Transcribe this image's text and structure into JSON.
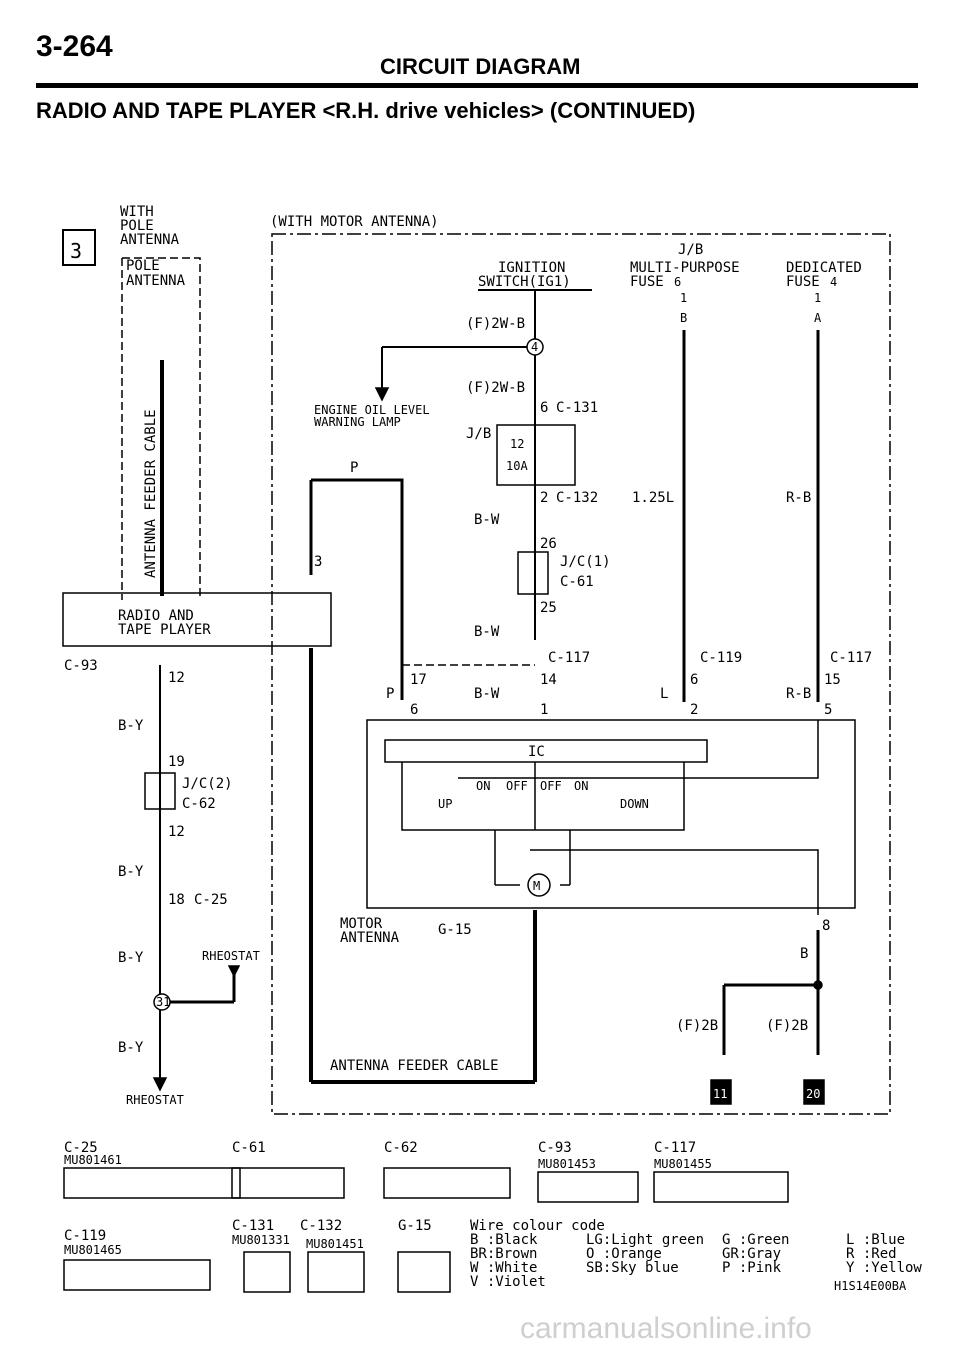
{
  "header": {
    "page_number": "3-264",
    "title": "CIRCUIT DIAGRAM",
    "section": "RADIO AND TAPE PLAYER <R.H. drive vehicles> (CONTINUED)"
  },
  "left_block": {
    "variant_number": "3",
    "with_pole_1": "WITH",
    "with_pole_2": "POLE",
    "with_pole_3": "ANTENNA",
    "pole_antenna_1": "POLE",
    "pole_antenna_2": "ANTENNA",
    "feeder_cable": "ANTENNA FEEDER CABLE",
    "radio_1": "RADIO AND",
    "radio_2": "TAPE PLAYER",
    "conn_c93": "C-93",
    "pin_12a": "12",
    "wire_by_1": "B-Y",
    "pin_19": "19",
    "jc2": "J/C(2)",
    "conn_c62": "C-62",
    "pin_12b": "12",
    "wire_by_2": "B-Y",
    "pin_18": "18",
    "conn_c25": "C-25",
    "wire_by_3": "B-Y",
    "rheostat_1": "RHEOSTAT",
    "node_31": "31",
    "wire_by_4": "B-Y",
    "rheostat_2": "RHEOSTAT"
  },
  "motor_block": {
    "with_motor": "(WITH MOTOR ANTENNA)",
    "jb": "J/B",
    "ignition_1": "IGNITION",
    "ignition_2": "SWITCH(IG1)",
    "mp_fuse_1": "MULTI-PURPOSE",
    "mp_fuse_2": "FUSE",
    "mp_fuse_num": "6",
    "ded_fuse_1": "DEDICATED",
    "ded_fuse_2": "FUSE",
    "ded_fuse_num": "4",
    "box1a": "1",
    "box1b": "1",
    "tri_b": "B",
    "tri_a": "A",
    "f2wb_1": "(F)2W-B",
    "node_4": "4",
    "f2wb_2": "(F)2W-B",
    "eng_oil_1": "ENGINE OIL LEVEL",
    "eng_oil_2": "WARNING LAMP",
    "pin_6a": "6",
    "conn_c131": "C-131",
    "jb2": "J/B",
    "fuse_12": "12",
    "fuse_10a": "10A",
    "wire_p1": "P",
    "pin_2a": "2",
    "conn_c132": "C-132",
    "wire_125l": "1.25L",
    "wire_rb1": "R-B",
    "wire_bw1": "B-W",
    "pin_26": "26",
    "pin_3": "3",
    "jc1": "J/C(1)",
    "conn_c61": "C-61",
    "pin_25": "25",
    "wire_bw2": "B-W",
    "conn_c117a": "C-117",
    "conn_c119": "C-119",
    "conn_c117b": "C-117",
    "pin_17": "17",
    "pin_14": "14",
    "pin_6b": "6",
    "pin_15": "15",
    "wire_p2": "P",
    "wire_bw3": "B-W",
    "wire_l": "L",
    "wire_rb2": "R-B",
    "pin_6c": "6",
    "pin_1": "1",
    "pin_2b": "2",
    "pin_5": "5",
    "ic": "IC",
    "on1": "ON",
    "off1": "OFF",
    "off2": "OFF",
    "on2": "ON",
    "up": "UP",
    "down": "DOWN",
    "motor_m": "M",
    "motor_ant_1": "MOTOR",
    "motor_ant_2": "ANTENNA",
    "conn_g15": "G-15",
    "pin_8": "8",
    "wire_b": "B",
    "f2b_1": "(F)2B",
    "f2b_2": "(F)2B",
    "feeder_cable": "ANTENNA FEEDER CABLE",
    "ground_11": "11",
    "ground_20": "20"
  },
  "connectors": {
    "c25": {
      "label": "C-25",
      "part": "MU801461"
    },
    "c61": {
      "label": "C-61",
      "part": ""
    },
    "c62": {
      "label": "C-62",
      "part": ""
    },
    "c93": {
      "label": "C-93",
      "part": "MU801453"
    },
    "c117": {
      "label": "C-117",
      "part": "MU801455"
    },
    "c119": {
      "label": "C-119",
      "part": "MU801465"
    },
    "c131": {
      "label": "C-131",
      "part": "MU801331"
    },
    "c132": {
      "label": "C-132",
      "part": "MU801451"
    },
    "g15": {
      "label": "G-15",
      "part": ""
    }
  },
  "legend": {
    "heading": "Wire colour code",
    "col1": [
      "B :Black",
      "BR:Brown",
      "W :White",
      "V :Violet"
    ],
    "col2": [
      "LG:Light green",
      "O :Orange",
      "SB:Sky blue"
    ],
    "col3": [
      "G :Green",
      "GR:Gray",
      "P :Pink"
    ],
    "col4": [
      "L :Blue",
      "R :Red",
      "Y :Yellow"
    ],
    "code": "H1S14E00BA"
  },
  "watermark": "carmanualsonline.info"
}
